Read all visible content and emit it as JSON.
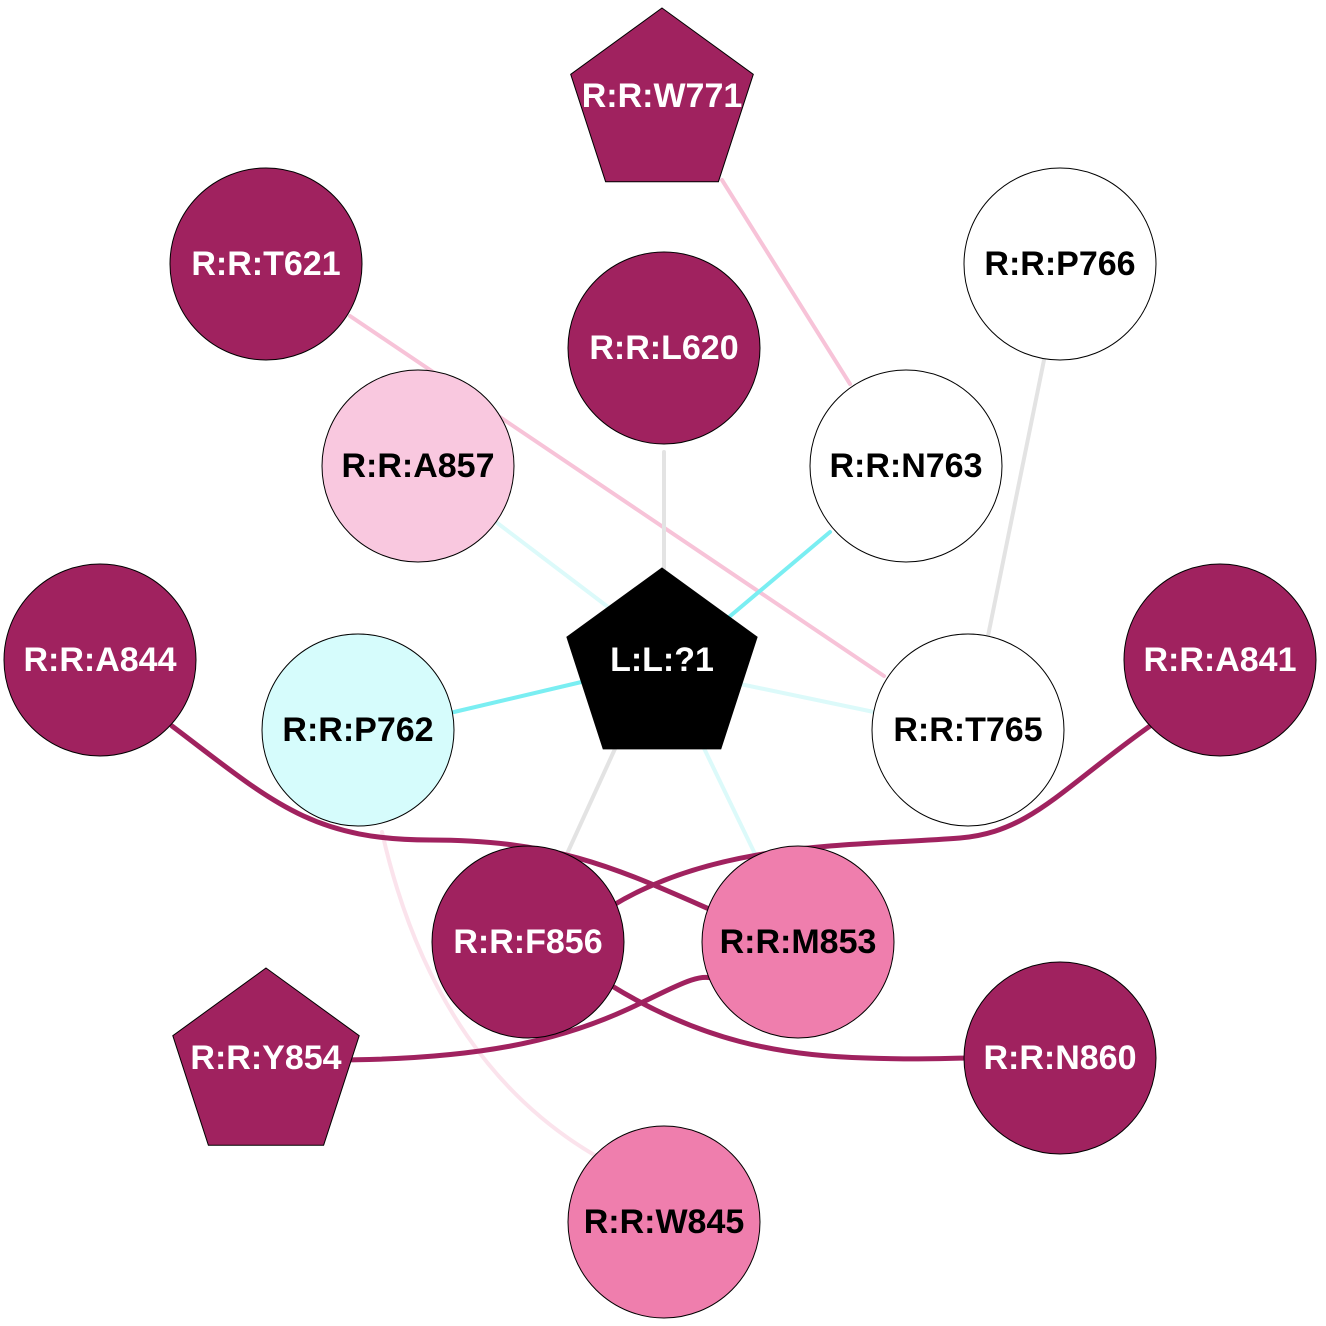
{
  "colors": {
    "dark": "#a0225f",
    "medium": "#ef7ead",
    "light": "#f9c8df",
    "cyan": "#d6fcfc",
    "white": "#ffffff",
    "black": "#000000",
    "edge_dark": "#a0225f",
    "edge_pink": "#f7c3d8",
    "edge_pale_pink": "#fbe3ec",
    "edge_gray": "#e3e3e3",
    "edge_cyan": "#7aeef2",
    "edge_pale_cyan": "#dcfafa"
  },
  "nodes": [
    {
      "id": "W771",
      "label": "R:R:W771",
      "shape": "pentagon",
      "fill": "dark",
      "text": "white"
    },
    {
      "id": "T621",
      "label": "R:R:T621",
      "shape": "circle",
      "fill": "dark",
      "text": "white"
    },
    {
      "id": "P766",
      "label": "R:R:P766",
      "shape": "circle",
      "fill": "white",
      "text": "black"
    },
    {
      "id": "L620",
      "label": "R:R:L620",
      "shape": "circle",
      "fill": "dark",
      "text": "white"
    },
    {
      "id": "A857",
      "label": "R:R:A857",
      "shape": "circle",
      "fill": "light",
      "text": "black"
    },
    {
      "id": "N763",
      "label": "R:R:N763",
      "shape": "circle",
      "fill": "white",
      "text": "black"
    },
    {
      "id": "L1",
      "label": "L:L:?1",
      "shape": "pentagon",
      "fill": "black",
      "text": "white"
    },
    {
      "id": "A844",
      "label": "R:R:A844",
      "shape": "circle",
      "fill": "dark",
      "text": "white"
    },
    {
      "id": "A841",
      "label": "R:R:A841",
      "shape": "circle",
      "fill": "dark",
      "text": "white"
    },
    {
      "id": "P762",
      "label": "R:R:P762",
      "shape": "circle",
      "fill": "cyan",
      "text": "black"
    },
    {
      "id": "T765",
      "label": "R:R:T765",
      "shape": "circle",
      "fill": "white",
      "text": "black"
    },
    {
      "id": "F856",
      "label": "R:R:F856",
      "shape": "circle",
      "fill": "dark",
      "text": "white"
    },
    {
      "id": "M853",
      "label": "R:R:M853",
      "shape": "circle",
      "fill": "medium",
      "text": "black"
    },
    {
      "id": "Y854",
      "label": "R:R:Y854",
      "shape": "pentagon",
      "fill": "dark",
      "text": "white"
    },
    {
      "id": "N860",
      "label": "R:R:N860",
      "shape": "circle",
      "fill": "dark",
      "text": "white"
    },
    {
      "id": "W845",
      "label": "R:R:W845",
      "shape": "circle",
      "fill": "medium",
      "text": "black"
    }
  ],
  "edges": [
    {
      "from": "W771",
      "to": "N763",
      "color": "edge_pink"
    },
    {
      "from": "T621",
      "to": "T765",
      "color": "edge_pink"
    },
    {
      "from": "P766",
      "to": "T765",
      "color": "edge_gray"
    },
    {
      "from": "L620",
      "to": "L1",
      "color": "edge_gray"
    },
    {
      "from": "A857",
      "to": "L1",
      "color": "edge_pale_cyan"
    },
    {
      "from": "N763",
      "to": "L1",
      "color": "edge_cyan"
    },
    {
      "from": "P762",
      "to": "L1",
      "color": "edge_cyan"
    },
    {
      "from": "T765",
      "to": "L1",
      "color": "edge_pale_cyan"
    },
    {
      "from": "F856",
      "to": "L1",
      "color": "edge_gray"
    },
    {
      "from": "M853",
      "to": "L1",
      "color": "edge_pale_cyan"
    },
    {
      "from": "P762",
      "to": "W845",
      "color": "edge_pale_pink"
    },
    {
      "from": "A844",
      "to": "M853",
      "color": "edge_dark"
    },
    {
      "from": "A841",
      "to": "F856",
      "color": "edge_dark"
    },
    {
      "from": "Y854",
      "to": "M853",
      "color": "edge_dark"
    },
    {
      "from": "F856",
      "to": "N860",
      "color": "edge_dark"
    }
  ]
}
